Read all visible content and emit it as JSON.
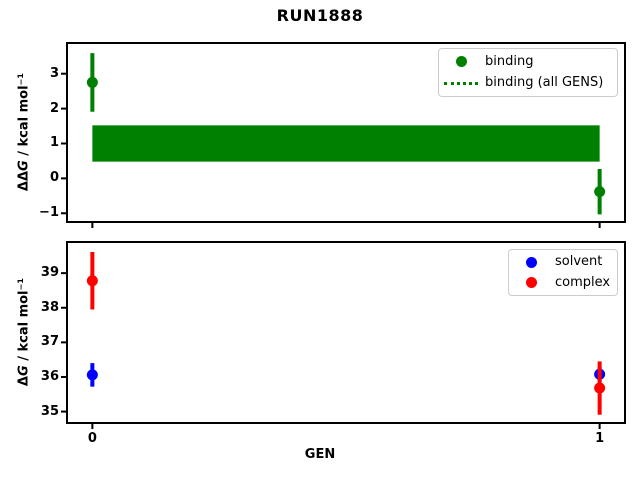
{
  "figure": {
    "title": "RUN1888",
    "xlabel": "GEN"
  },
  "colors": {
    "binding": "#008000",
    "solvent": "#0000ff",
    "complex": "#ff0000",
    "axis": "#000000",
    "legend_border": "#cccccc"
  },
  "chart_data": [
    {
      "type": "scatter",
      "title": "RUN1888",
      "ylabel": "ΔΔG / kcal mol⁻¹",
      "ylabel_delta": "ΔΔ",
      "ylabel_var": "G",
      "ylabel_units": " / kcal mol⁻¹",
      "xlim": [
        -0.05,
        1.05
      ],
      "ylim": [
        -1.25,
        3.88
      ],
      "yticks": [
        {
          "value": -1,
          "label": "−1"
        },
        {
          "value": 0,
          "label": "0"
        },
        {
          "value": 1,
          "label": "1"
        },
        {
          "value": 2,
          "label": "2"
        },
        {
          "value": 3,
          "label": "3"
        }
      ],
      "xticks": [
        {
          "value": 0,
          "label": "0"
        },
        {
          "value": 1,
          "label": "1"
        }
      ],
      "show_xtick_labels": false,
      "legend": {
        "position": "upper right",
        "entries": [
          {
            "label": "binding",
            "marker": "circle",
            "color": "#008000"
          },
          {
            "label": "binding (all GENS)",
            "marker": "dotted-line",
            "color": "#008000"
          }
        ]
      },
      "series": [
        {
          "name": "binding",
          "color": "#008000",
          "marker": "circle",
          "points": [
            {
              "x": 0,
              "y": 2.75,
              "yerr": 0.84
            },
            {
              "x": 1,
              "y": -0.38,
              "yerr": 0.65
            }
          ]
        },
        {
          "name": "binding (all GENS)",
          "color": "#008000",
          "band": {
            "x_range": [
              0,
              1
            ],
            "y_center": 1.0,
            "y_half_width": 0.52
          }
        }
      ]
    },
    {
      "type": "scatter",
      "xlabel": "GEN",
      "ylabel": "ΔG / kcal mol⁻¹",
      "ylabel_delta": "Δ",
      "ylabel_var": "G",
      "ylabel_units": " / kcal mol⁻¹",
      "xlim": [
        -0.05,
        1.05
      ],
      "ylim": [
        34.67,
        39.9
      ],
      "yticks": [
        {
          "value": 35,
          "label": "35"
        },
        {
          "value": 36,
          "label": "36"
        },
        {
          "value": 37,
          "label": "37"
        },
        {
          "value": 38,
          "label": "38"
        },
        {
          "value": 39,
          "label": "39"
        }
      ],
      "xticks": [
        {
          "value": 0,
          "label": "0"
        },
        {
          "value": 1,
          "label": "1"
        }
      ],
      "show_xtick_labels": true,
      "legend": {
        "position": "upper right",
        "entries": [
          {
            "label": "solvent",
            "marker": "circle",
            "color": "#0000ff"
          },
          {
            "label": "complex",
            "marker": "circle",
            "color": "#ff0000"
          }
        ]
      },
      "series": [
        {
          "name": "solvent",
          "color": "#0000ff",
          "marker": "circle",
          "points": [
            {
              "x": 0,
              "y": 36.06,
              "yerr": 0.34
            },
            {
              "x": 1,
              "y": 36.08,
              "yerr": 0.2
            }
          ]
        },
        {
          "name": "complex",
          "color": "#ff0000",
          "marker": "circle",
          "points": [
            {
              "x": 0,
              "y": 38.78,
              "yerr": 0.83
            },
            {
              "x": 1,
              "y": 35.68,
              "yerr": 0.77
            }
          ]
        }
      ]
    }
  ]
}
